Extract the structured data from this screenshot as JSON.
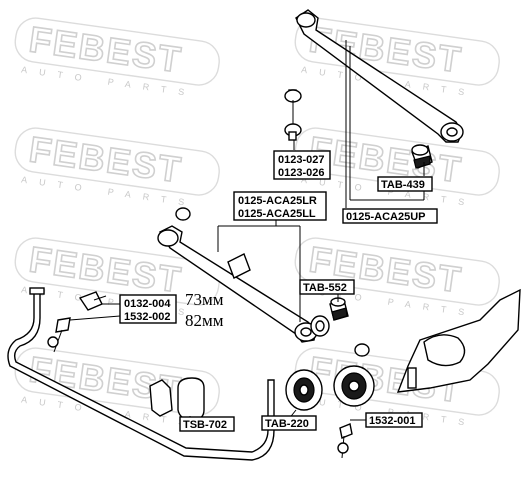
{
  "watermark": {
    "brand": "FEBEST",
    "tagline": "AUTO PARTS"
  },
  "labels": {
    "link_top": "0123-027",
    "link_bottom": "0123-026",
    "arm_lr": "0125-ACA25LR",
    "arm_ll": "0125-ACA25LL",
    "tab_439": "TAB-439",
    "arm_up": "0125-ACA25UP",
    "tab_552": "TAB-552",
    "bolt_a": "0132-004",
    "bolt_b": "1532-002",
    "size_a": "73мм",
    "size_b": "82мм",
    "tsb_702": "TSB-702",
    "tab_220": "TAB-220",
    "bolt_c": "1532-001"
  }
}
